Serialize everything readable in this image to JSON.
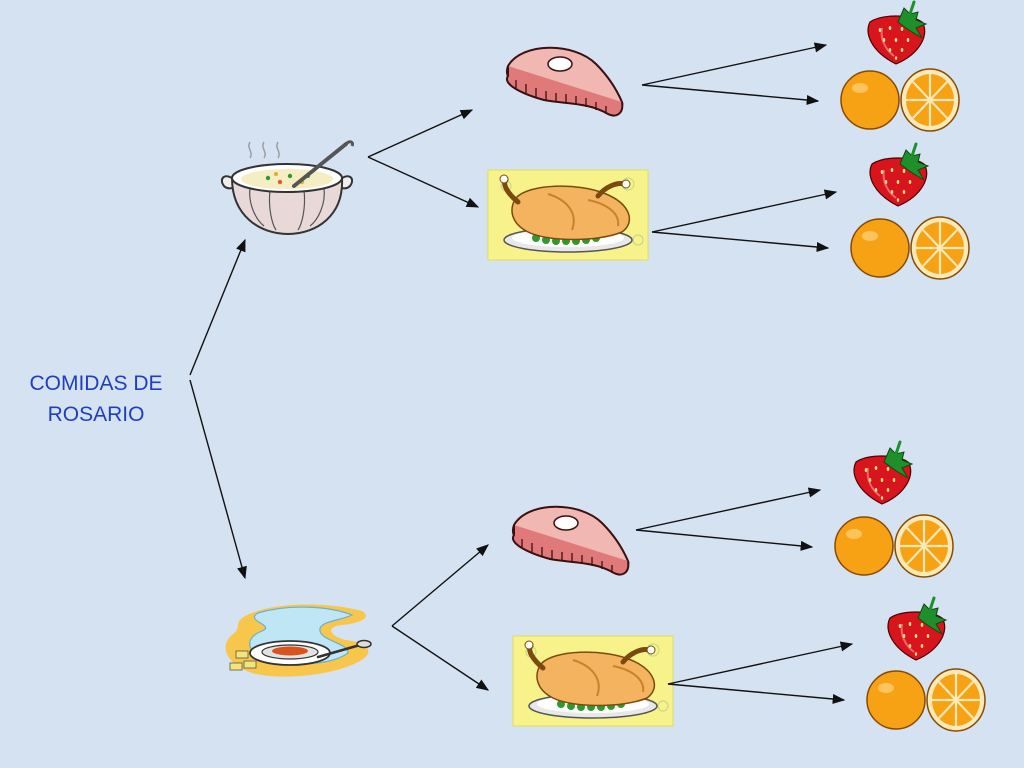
{
  "diagram": {
    "title_lines": [
      "COMIDAS DE",
      "ROSARIO"
    ],
    "levels": {
      "first_courses": [
        "soup-pot",
        "soup-plate"
      ],
      "second_courses": [
        "meat",
        "chicken",
        "meat",
        "chicken"
      ],
      "desserts": [
        "strawberry",
        "orange"
      ]
    },
    "colors": {
      "background": "#d5e2f2",
      "label": "#1f3fbf",
      "arrow": "#111111",
      "meat": "#f1b7b2",
      "chicken_panel": "#f7f38a",
      "strawberry": "#d8141c",
      "orange": "#f7a215"
    }
  }
}
